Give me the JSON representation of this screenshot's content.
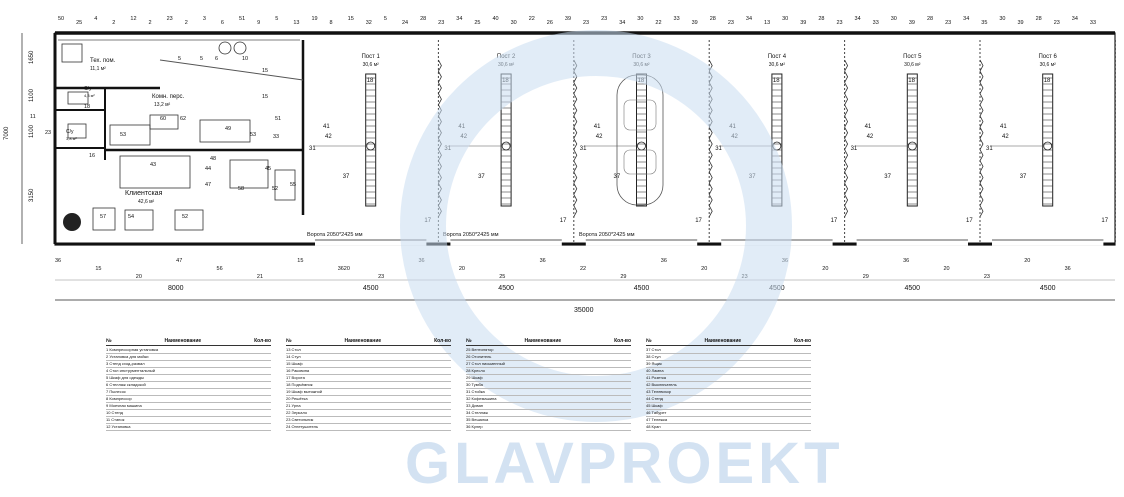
{
  "rooms": {
    "tech": {
      "name": "Тех. пом.",
      "area": "11,1 м²"
    },
    "staff": {
      "name": "Комн. перс.",
      "area": "13,2 м²"
    },
    "wc1": {
      "name": "С/у",
      "area": "4,3 м²"
    },
    "wc2": {
      "name": "С/у",
      "area": "3,8 м²"
    },
    "client": {
      "name": "Клиентская",
      "area": "42,6 м²"
    }
  },
  "posts": [
    {
      "name": "Пост 1",
      "area": "30,6 м²"
    },
    {
      "name": "Пост 2",
      "area": "30,6 м²"
    },
    {
      "name": "Пост 3",
      "area": "30,6 м²"
    },
    {
      "name": "Пост 4",
      "area": "30,6 м²"
    },
    {
      "name": "Пост 5",
      "area": "30,6 м²"
    },
    {
      "name": "Пост 6",
      "area": "30,6 м²"
    }
  ],
  "gates": [
    "Ворота 2050*2425 мм",
    "Ворота 2050*2425 мм",
    "Ворота 2050*2425 мм"
  ],
  "dims": {
    "total": "35000",
    "left": "8000",
    "bays": [
      "4500",
      "4500",
      "4500",
      "4500",
      "4500",
      "4500"
    ],
    "height": "7000",
    "rows": [
      "1650",
      "1100",
      "1100",
      "3150"
    ]
  },
  "top_callouts": [
    "50",
    "25",
    "4",
    "2",
    "12",
    "2",
    "23",
    "2",
    "3",
    "6",
    "51",
    "9",
    "5",
    "13",
    "19",
    "8",
    "15",
    "32",
    "5",
    "24",
    "28",
    "23",
    "34",
    "25",
    "40",
    "30",
    "22",
    "26",
    "39",
    "23",
    "23",
    "34",
    "30",
    "22",
    "33",
    "39",
    "28",
    "23",
    "34",
    "13",
    "30",
    "39",
    "28",
    "23",
    "34",
    "33",
    "30",
    "39",
    "28",
    "23",
    "34",
    "35",
    "30",
    "39",
    "28",
    "23",
    "34",
    "33"
  ],
  "interior_labels": [
    "5",
    "5",
    "6",
    "10",
    "15",
    "15",
    "60",
    "62",
    "49",
    "53",
    "51",
    "33",
    "43",
    "48",
    "44",
    "47",
    "45",
    "58",
    "55",
    "52",
    "53",
    "57",
    "54",
    "52",
    "18",
    "16",
    "11",
    "23"
  ],
  "equipment_labels": {
    "lift": "37",
    "col_a": "31",
    "col_b": "41",
    "col_c": "42",
    "bay_num": "17",
    "dist": "18"
  },
  "bottom_labels": [
    "36",
    "15",
    "20",
    "47",
    "56",
    "21",
    "15",
    "3620",
    "23",
    "36",
    "20",
    "25",
    "36",
    "22",
    "29",
    "36",
    "20",
    "23",
    "36",
    "20",
    "29",
    "36",
    "20",
    "23",
    "20",
    "36"
  ],
  "tables": {
    "headers": [
      {
        "n": "№",
        "name": "Наименование",
        "qty": "Кол-во"
      },
      {
        "n": "№",
        "name": "Наименование",
        "qty": "Кол-во"
      },
      {
        "n": "№",
        "name": "Наименование",
        "qty": "Кол-во"
      },
      {
        "n": "№",
        "name": "Наименование",
        "qty": "Кол-во"
      }
    ],
    "rows": [
      [
        "1  Компрессорная установка",
        "2  Установка для мойки",
        "3  Стенд сход-развал",
        "4  Стол инструментальный",
        "5  Шкаф для одежды",
        "6  Стеллаж складской",
        "7  Пылесос",
        "8  Компрессор",
        "9  Моечная машина",
        "10  Стенд",
        "11  Станок",
        "12  Установка"
      ],
      [
        "13  Стол",
        "14  Стул",
        "15  Шкаф",
        "16  Раковина",
        "17  Ворота",
        "18  Подъёмник",
        "19  Шкаф вытяжной",
        "20  Решётка",
        "21  Урна",
        "22  Зеркало",
        "23  Светильник",
        "24  Огнетушитель"
      ],
      [
        "25  Вентилятор",
        "26  Отопитель",
        "27  Стол письменный",
        "28  Кресло",
        "29  Шкаф",
        "30  Тумба",
        "31  Стойка",
        "32  Кофемашина",
        "33  Диван",
        "34  Стеллаж",
        "35  Вешалка",
        "36  Кулер"
      ],
      [
        "37  Стол",
        "38  Стул",
        "39  Ящик",
        "40  Лампа",
        "41  Розетка",
        "42  Выключатель",
        "43  Телевизор",
        "44  Стенд",
        "45  Шкаф",
        "46  Табурет",
        "47  Тележка",
        "48  Кран"
      ]
    ]
  },
  "watermark": "GLAVPROEKT"
}
